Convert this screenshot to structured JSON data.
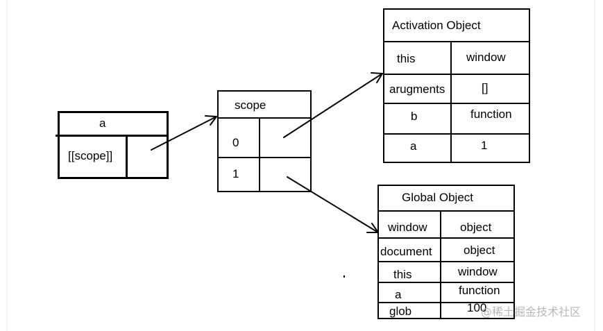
{
  "function_object": {
    "name": "a",
    "property": "[[scope]]"
  },
  "scope_chain": {
    "title": "scope",
    "indices": [
      "0",
      "1"
    ]
  },
  "activation_object": {
    "title": "Activation  Object",
    "rows": [
      {
        "key": "this",
        "value": "window"
      },
      {
        "key": "arugments",
        "value": "[]"
      },
      {
        "key": "b",
        "value": "function"
      },
      {
        "key": "a",
        "value": "1"
      }
    ]
  },
  "global_object": {
    "title": "Global Object",
    "rows": [
      {
        "key": "window",
        "value": "object"
      },
      {
        "key": "document",
        "value": "object"
      },
      {
        "key": "this",
        "value": "window"
      },
      {
        "key": "a",
        "value": "function"
      },
      {
        "key": "glob",
        "value": "100"
      }
    ]
  },
  "watermark": "@稀土掘金技术社区"
}
